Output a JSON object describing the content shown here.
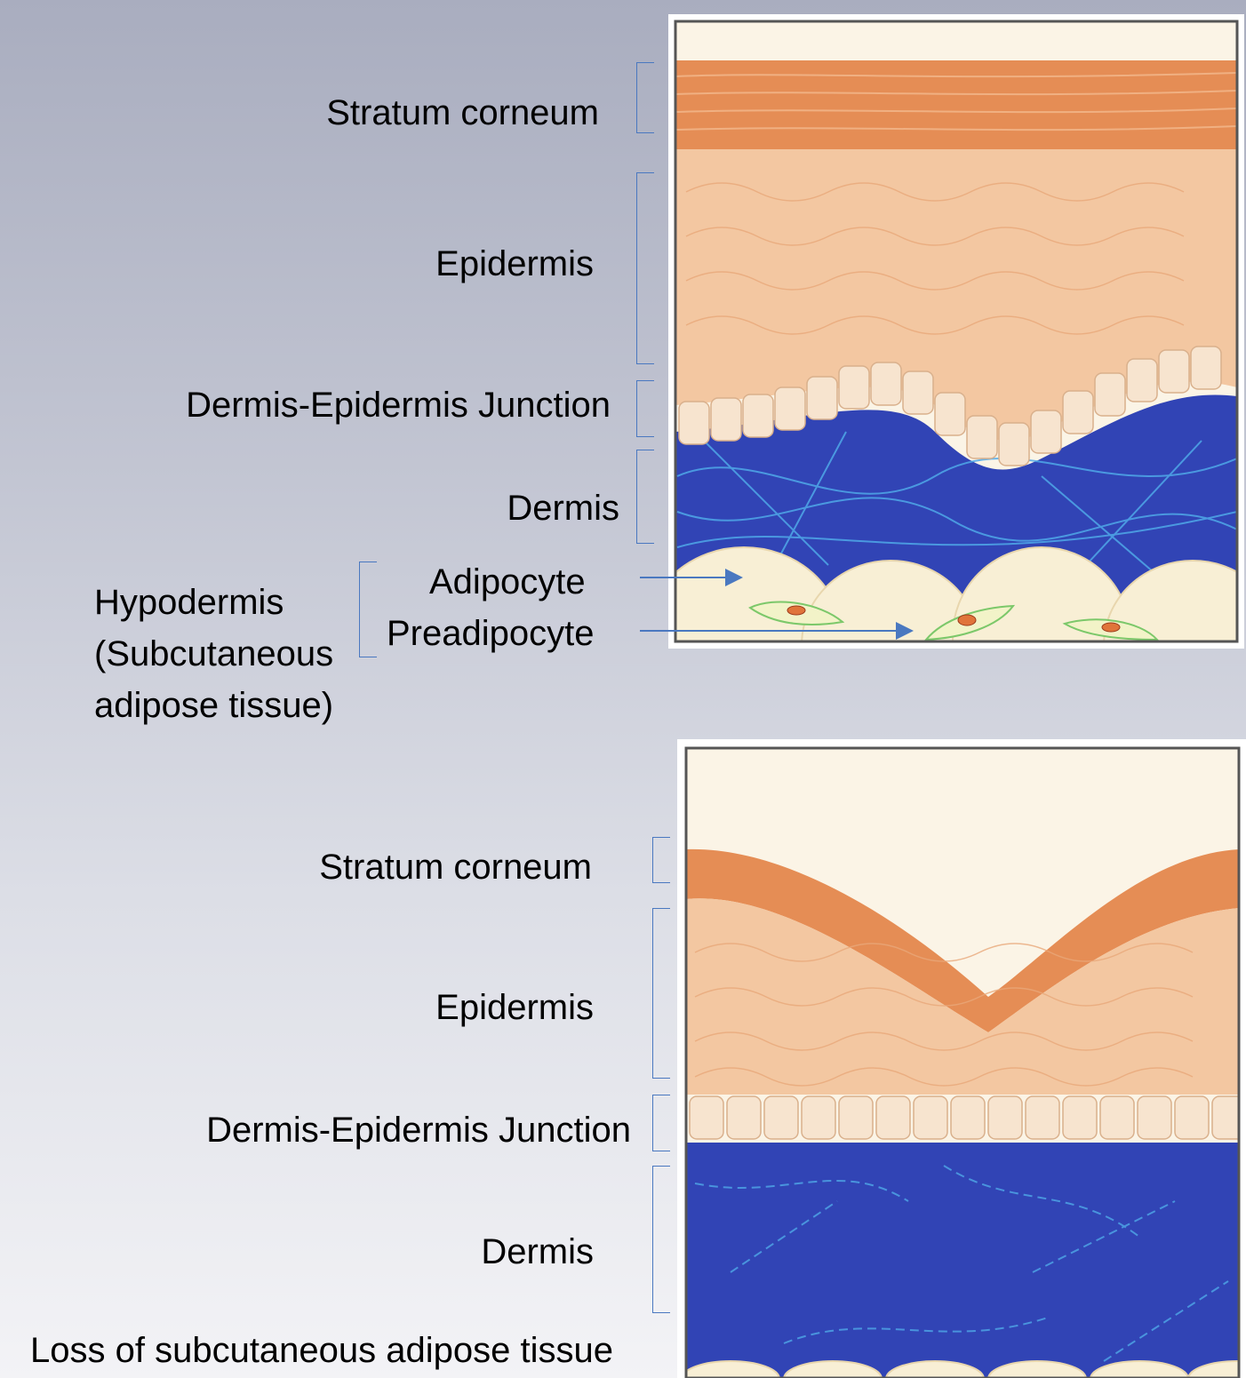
{
  "panels": [
    {
      "layers": {
        "stratum_corneum": "Stratum corneum",
        "epidermis": "Epidermis",
        "junction": "Dermis-Epidermis Junction",
        "dermis": "Dermis",
        "hypodermis": [
          "Hypodermis",
          "(Subcutaneous",
          "adipose tissue)"
        ]
      },
      "cells": {
        "adipocyte": "Adipocyte",
        "preadipocyte": "Preadipocyte"
      }
    },
    {
      "layers": {
        "stratum_corneum": "Stratum corneum",
        "epidermis": "Epidermis",
        "junction": "Dermis-Epidermis Junction",
        "dermis": "Dermis"
      },
      "caption": "Loss of subcutaneous adipose tissue"
    }
  ],
  "colors": {
    "stratum": "#e58d55",
    "epidermis": "#f3c7a1",
    "junction_cell": "#f7e4cf",
    "dermis": "#3144b5",
    "fiber": "#4fa8e8",
    "fat": "#f8efd5",
    "preadipocyte_outline": "#7cc86a",
    "bracket": "#4a78c0"
  }
}
